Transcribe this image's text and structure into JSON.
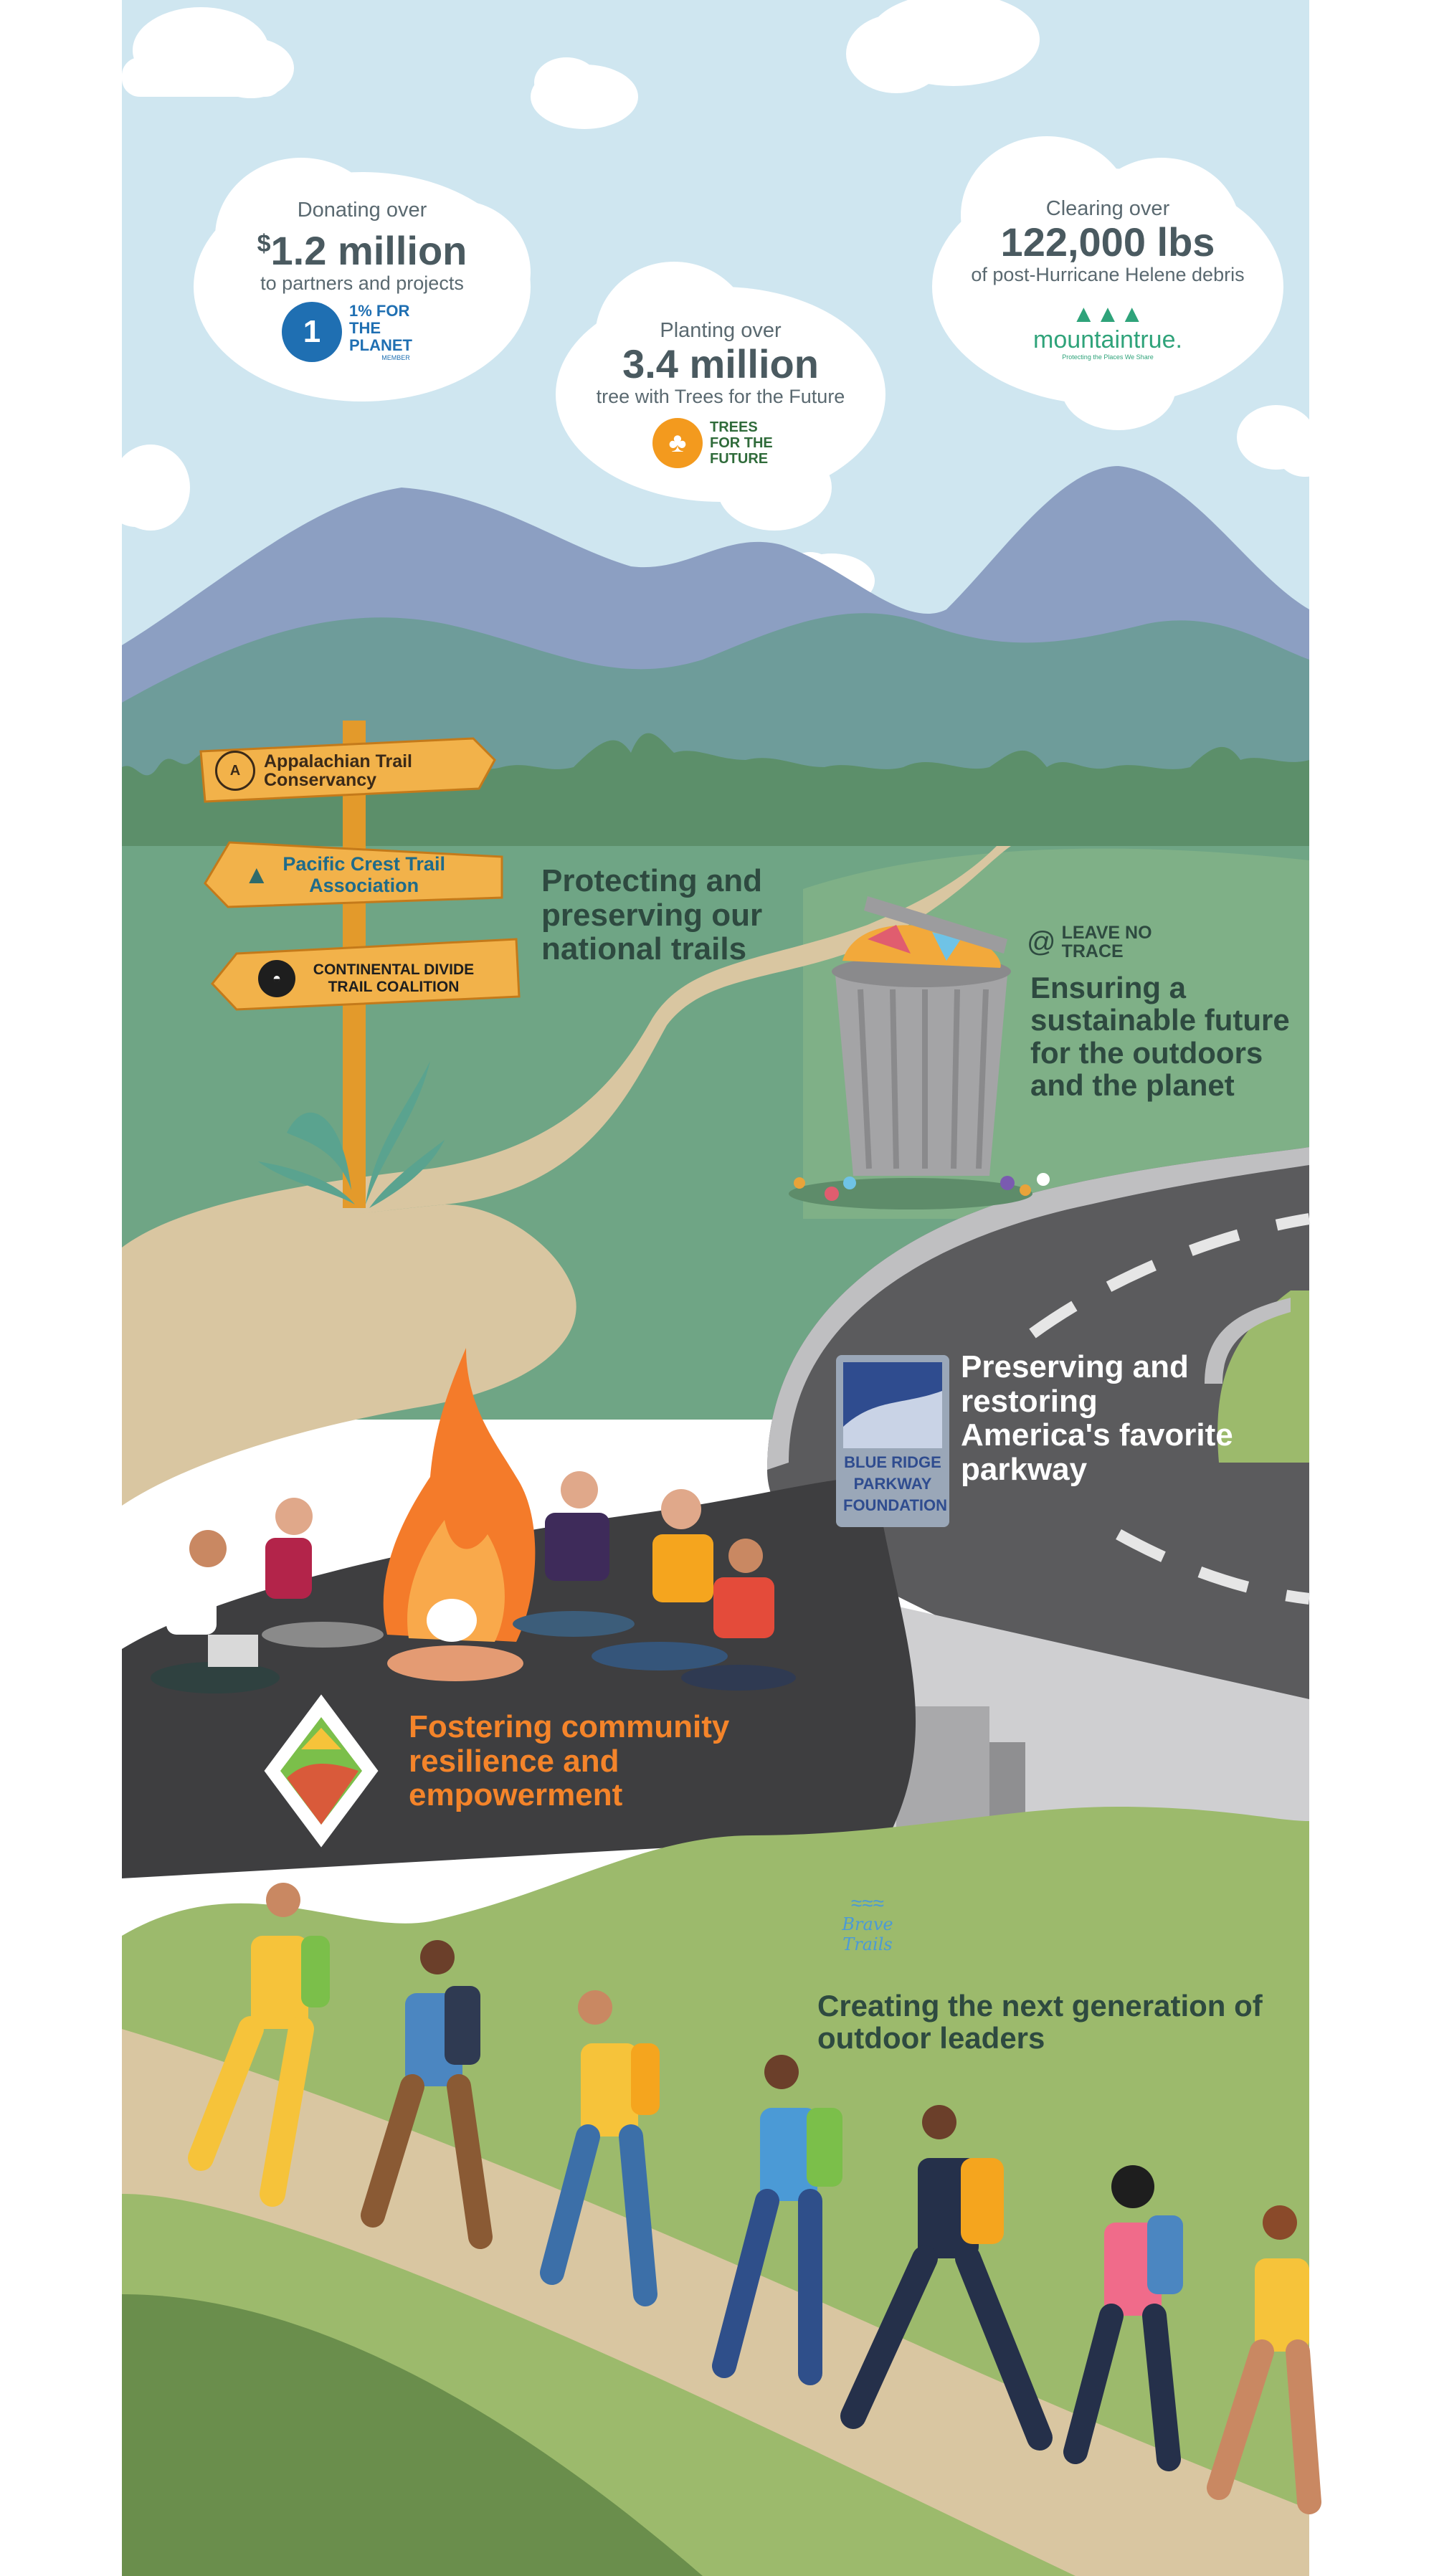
{
  "colors": {
    "sky": "#cfe6f0",
    "mountain_far": "#8c9fc2",
    "mountain_near": "#6e9c9a",
    "hills": "#6fa585",
    "trees": "#5c8f6a",
    "meadow": "#7fb087",
    "path": "#d9c6a1",
    "road": "#5b5b5d",
    "plaza": "#3e3e40",
    "green_hill": "#9cba6c",
    "dark_green": "#6a8e4c",
    "stat_text": "#4a5a60",
    "white_text": "#ffffff",
    "orange_text": "#f4842a",
    "green_text": "#2e4a40"
  },
  "stats": [
    {
      "pre": "Donating over",
      "currency": "$",
      "value": "1.2 million",
      "post": "to partners and projects",
      "logo": "1% FOR THE PLANET",
      "logo_sub": "MEMBER"
    },
    {
      "pre": "Planting over",
      "currency": "",
      "value": "3.4 million",
      "post": "tree with Trees for the Future",
      "logo": "TREES FOR THE FUTURE"
    },
    {
      "pre": "Clearing over",
      "currency": "",
      "value": "122,000 lbs",
      "post": "of post-Hurricane Helene debris",
      "logo": "mountaintrue.",
      "logo_sub": "Protecting the Places We Share"
    }
  ],
  "signpost": [
    {
      "text": "Appalachian Trail Conservancy",
      "icon": "at-icon"
    },
    {
      "text": "Pacific Crest Trail Association",
      "icon": "pct-mountain-icon"
    },
    {
      "text": "CONTINENTAL DIVIDE TRAIL COALITION",
      "icon": "cdt-icon"
    }
  ],
  "captions": {
    "trails": "Protecting and preserving our national trails",
    "lnt_logo": "LEAVE NO TRACE",
    "lnt": "Ensuring a sustainable future for the outdoors and the planet",
    "parkway_logo": "BLUE RIDGE PARKWAY FOUNDATION",
    "parkway": "Preserving and restoring America's favorite parkway",
    "community": "Fostering community resilience and empowerment",
    "brave_logo": "Brave Trails",
    "leaders": "Creating the next generation of outdoor leaders"
  }
}
